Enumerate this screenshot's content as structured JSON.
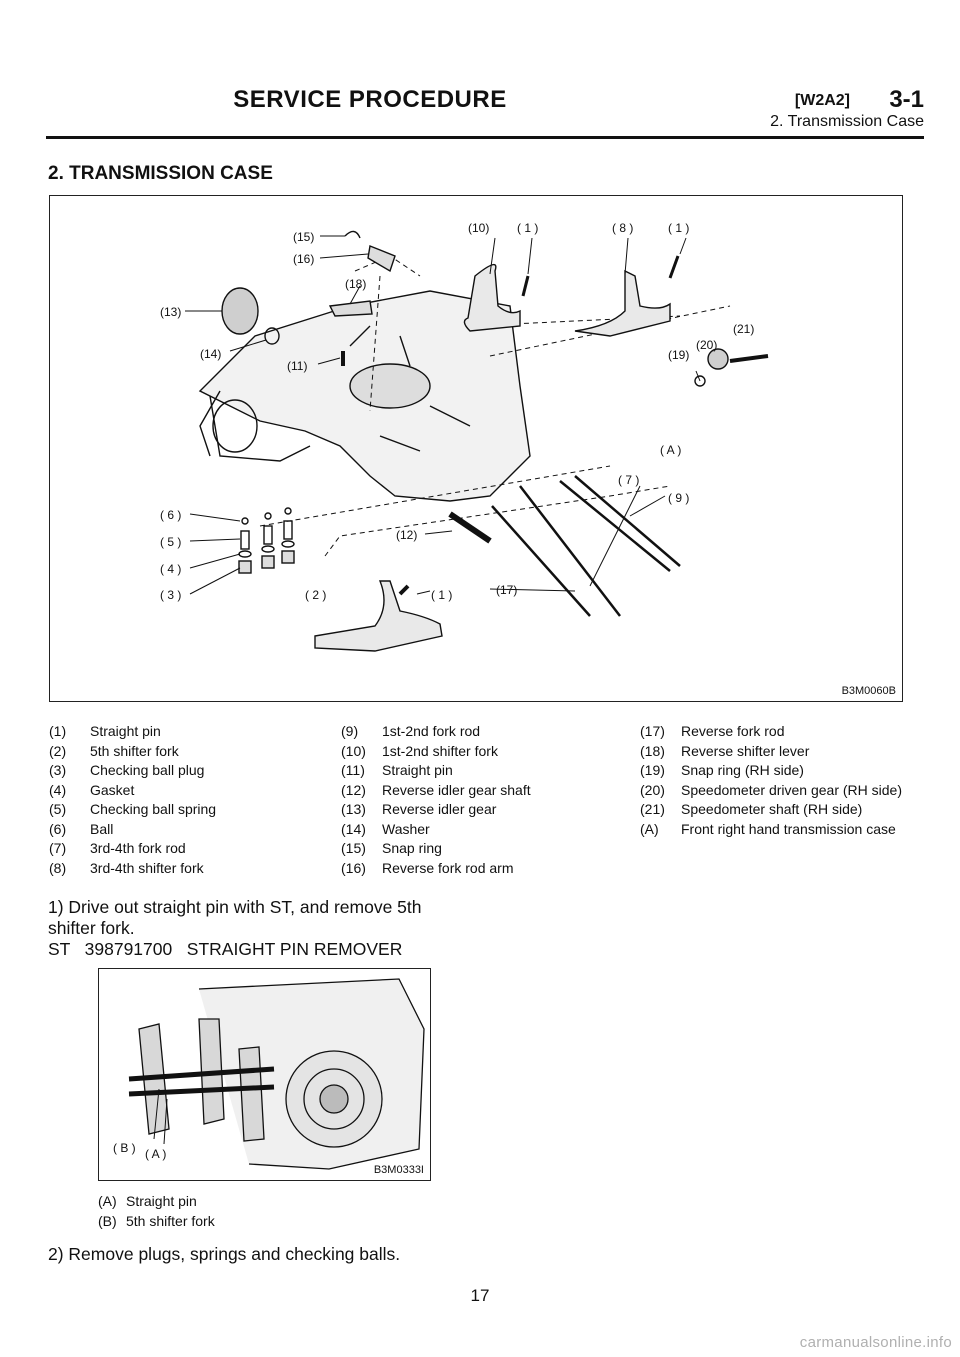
{
  "header": {
    "title": "SERVICE PROCEDURE",
    "code": "[W2A2]",
    "chapter": "3-1",
    "subtitle": "2. Transmission Case"
  },
  "section_title": "2. TRANSMISSION CASE",
  "figure1": {
    "code": "B3M0060B",
    "callouts": [
      "(15)",
      "(16)",
      "(10)",
      "( 1 )",
      "( 8 )",
      "( 1 )",
      "(18)",
      "(13)",
      "(14)",
      "(11)",
      "(21)",
      "(20)",
      "(19)",
      "( A )",
      "( 7 )",
      "( 9 )",
      "( 6 )",
      "( 5 )",
      "( 4 )",
      "( 3 )",
      "(12)",
      "( 2 )",
      "( 1 )",
      "(17)"
    ]
  },
  "legend": {
    "col1": [
      {
        "num": "(1)",
        "text": "Straight pin"
      },
      {
        "num": "(2)",
        "text": "5th shifter fork"
      },
      {
        "num": "(3)",
        "text": "Checking ball plug"
      },
      {
        "num": "(4)",
        "text": "Gasket"
      },
      {
        "num": "(5)",
        "text": "Checking ball spring"
      },
      {
        "num": "(6)",
        "text": "Ball"
      },
      {
        "num": "(7)",
        "text": "3rd-4th fork rod"
      },
      {
        "num": "(8)",
        "text": "3rd-4th shifter fork"
      }
    ],
    "col2": [
      {
        "num": "(9)",
        "text": "1st-2nd fork rod"
      },
      {
        "num": "(10)",
        "text": "1st-2nd shifter fork"
      },
      {
        "num": "(11)",
        "text": "Straight pin"
      },
      {
        "num": "(12)",
        "text": "Reverse idler gear shaft"
      },
      {
        "num": "(13)",
        "text": "Reverse idler gear"
      },
      {
        "num": "(14)",
        "text": "Washer"
      },
      {
        "num": "(15)",
        "text": "Snap ring"
      },
      {
        "num": "(16)",
        "text": "Reverse fork rod arm"
      }
    ],
    "col3": [
      {
        "num": "(17)",
        "text": "Reverse fork rod"
      },
      {
        "num": "(18)",
        "text": "Reverse shifter lever"
      },
      {
        "num": "(19)",
        "text": "Snap ring (RH side)"
      },
      {
        "num": "(20)",
        "text": "Speedometer driven gear (RH side)"
      },
      {
        "num": "(21)",
        "text": "Speedometer shaft (RH side)"
      },
      {
        "num": "(A)",
        "text": "Front right hand transmission case"
      }
    ]
  },
  "step1": {
    "line1": "1) Drive out straight pin with ST, and remove 5th",
    "line2": "shifter fork.",
    "line3": "ST   398791700   STRAIGHT PIN REMOVER"
  },
  "figure2": {
    "code": "B3M0333I",
    "callouts": [
      "( B )",
      "( A )"
    ]
  },
  "legend2": [
    {
      "num": "(A)",
      "text": "Straight pin"
    },
    {
      "num": "(B)",
      "text": "5th shifter fork"
    }
  ],
  "step2": "2) Remove plugs, springs and checking balls.",
  "page_number": "17",
  "watermark": "carmanualsonline.info"
}
